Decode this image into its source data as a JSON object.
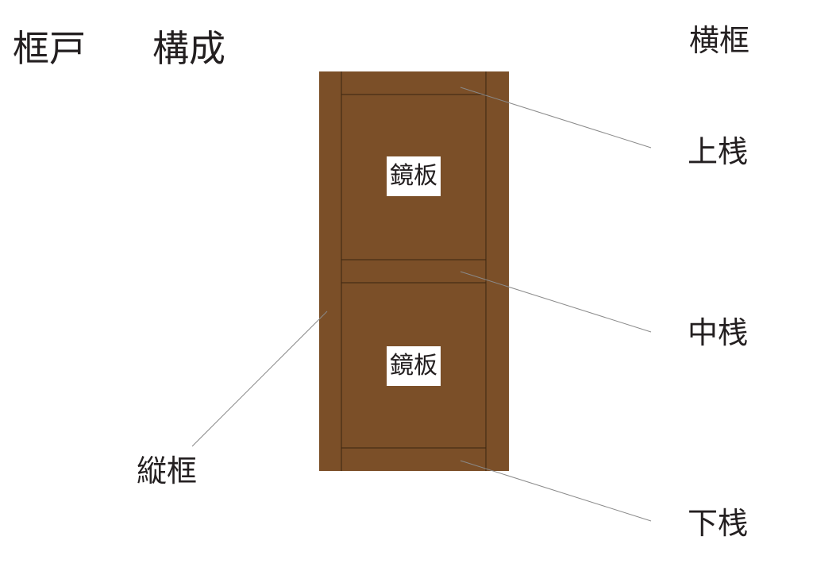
{
  "title": {
    "part1": "框戸",
    "part2": "構成"
  },
  "header_right": "横框",
  "labels": {
    "top_rail": "上桟",
    "middle_rail": "中桟",
    "bottom_rail": "下桟",
    "stile": "縦框"
  },
  "panels": [
    "鏡板",
    "鏡板"
  ],
  "colors": {
    "wood": "#7b4f28",
    "joint_line": "#3a2410",
    "leader_line": "#8a8a8a",
    "text": "#231f20",
    "background": "#ffffff"
  }
}
